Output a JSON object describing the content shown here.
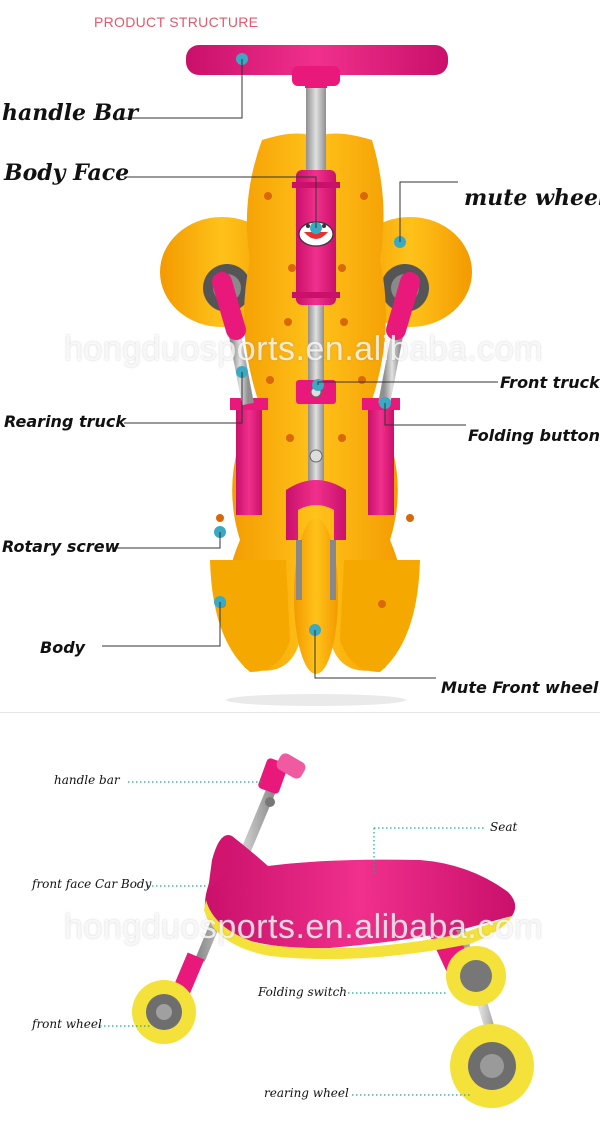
{
  "top": {
    "header": "PRODUCT STRUCTURE",
    "watermark": "hongduosports.en.alibaba.com",
    "labels": {
      "handle_bar": "handle Bar",
      "body_face": "Body Face",
      "mute_wheel": "mute wheel",
      "front_truck": "Front truck",
      "rearing_truck": "Rearing truck",
      "folding_button": "Folding button",
      "rotary_screw": "Rotary screw",
      "body": "Body",
      "mute_front_wheel": "Mute Front wheel"
    }
  },
  "bottom": {
    "watermark": "hongduosports.en.alibaba.com",
    "labels": {
      "handle_bar": "handle bar",
      "seat": "Seat",
      "front_face_car_body": "front face Car Body",
      "folding_switch": "Folding switch",
      "front_wheel": "front wheel",
      "rearing_wheel": "rearing wheel"
    }
  },
  "colors": {
    "pink": "#e8197a",
    "yellow": "#f7b500",
    "wheel_yellow": "#f4e23a",
    "gray": "#b0b0b0",
    "dot": "#3aaac4",
    "header": "#e05a6a"
  }
}
